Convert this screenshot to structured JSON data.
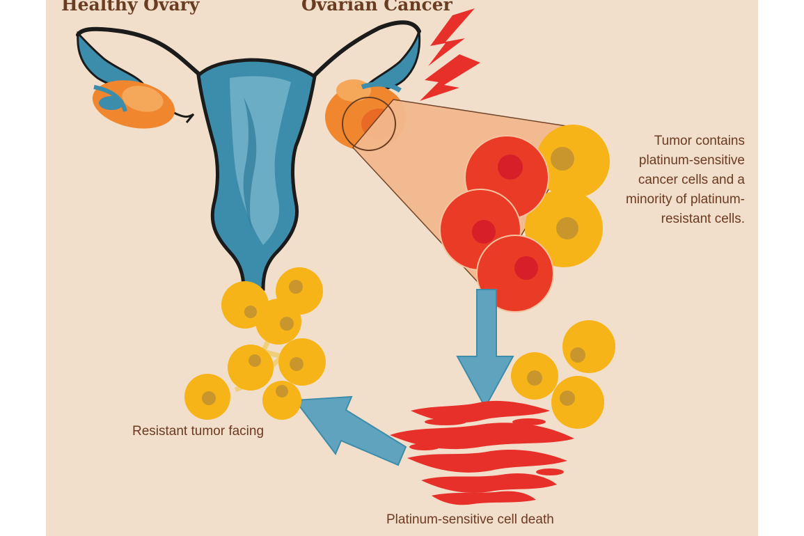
{
  "headings": {
    "healthy": "Healthy Ovary",
    "cancer": "Ovarian Cancer"
  },
  "labels": {
    "tumor_lines": [
      "Tumor contains",
      "platinum-sensitive",
      "cancer cells and a",
      "minority of platinum-",
      "resistant cells."
    ],
    "resistant": "Resistant tumor facing",
    "death": "Platinum-sensitive cell death"
  },
  "colors": {
    "background": "#f1dfcb",
    "uterus": "#3c8cab",
    "uterus_light": "#6fb0c8",
    "ovary": "#f0872f",
    "cone": "#f3b98d",
    "sensitive_cell": "#e93b26",
    "sensitive_nucleus": "#d71f2a",
    "resistant_cell": "#f6b419",
    "resistant_nucleus": "#c9962e",
    "arrow": "#5fa3bf",
    "lightning": "#e8302a",
    "text": "#6b3a20"
  }
}
